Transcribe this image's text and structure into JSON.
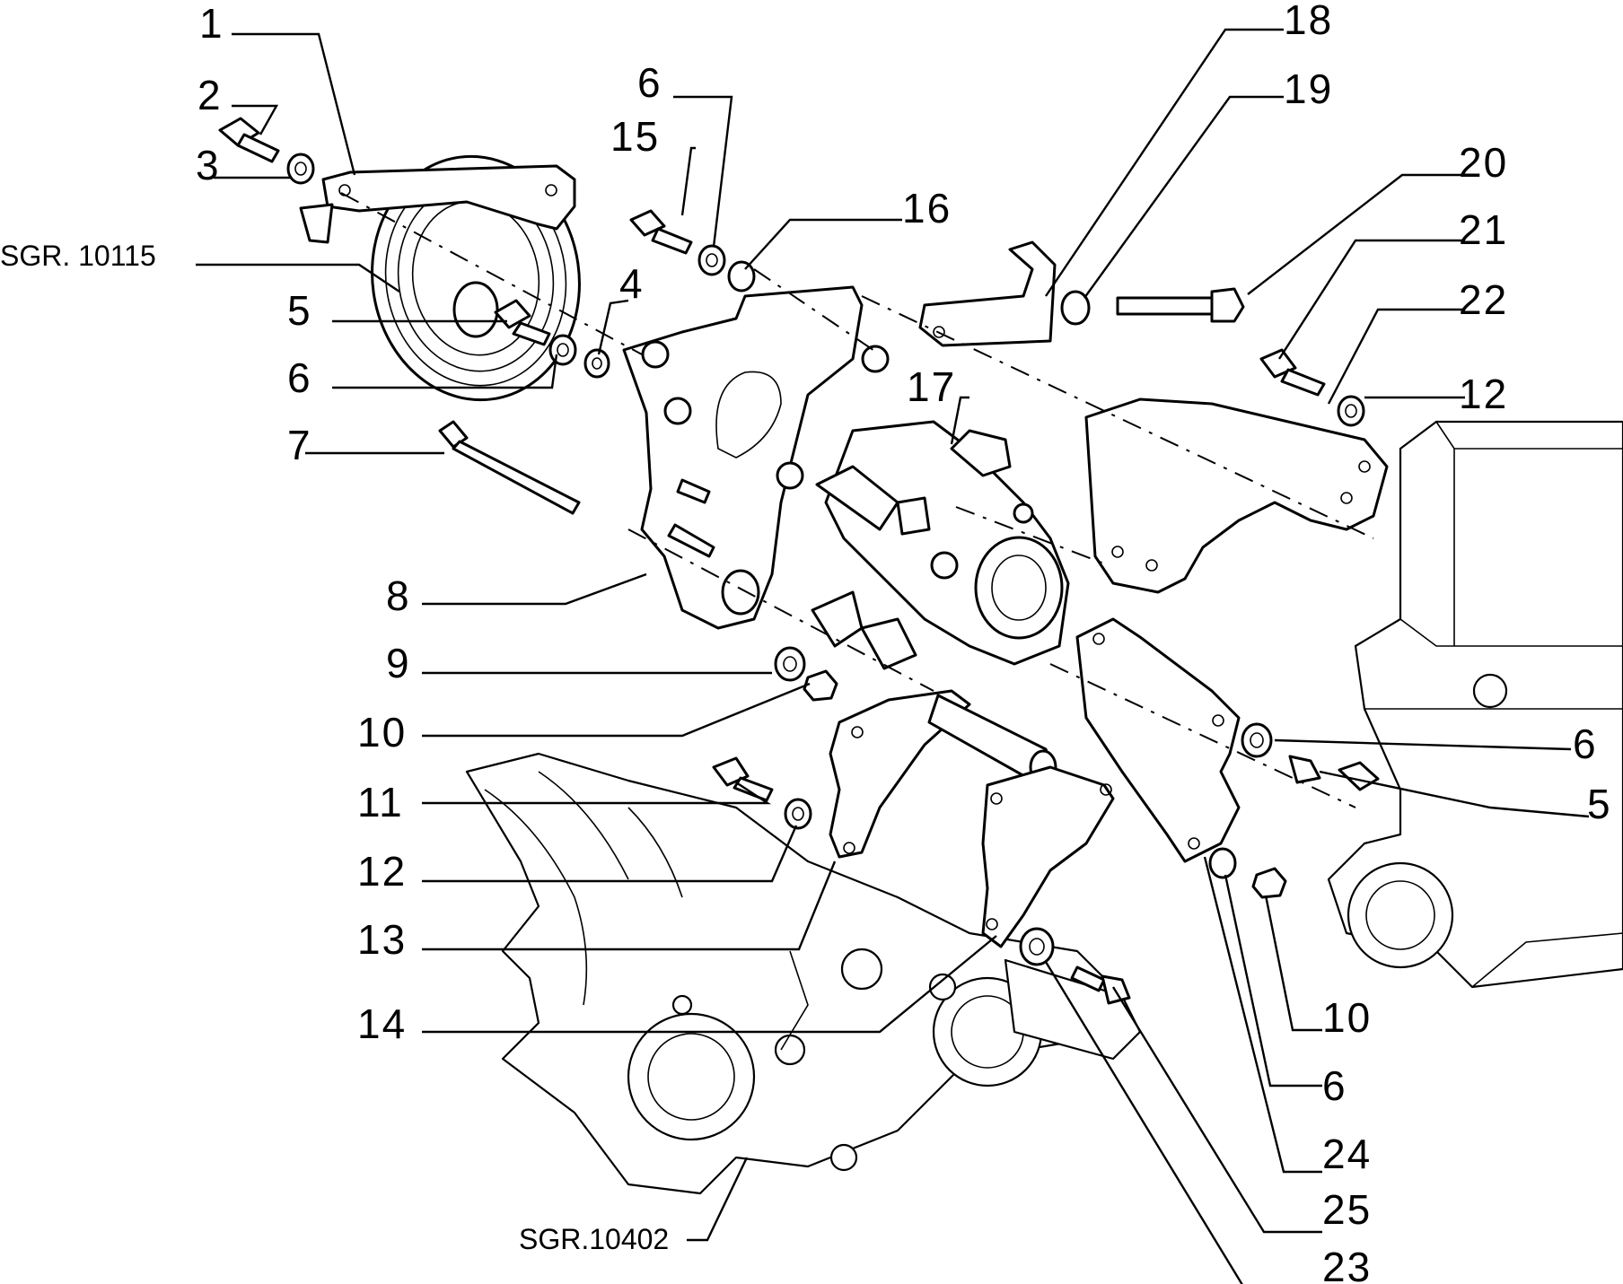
{
  "diagram": {
    "references": {
      "top": "SGR. 10115",
      "bottom": "SGR.10402"
    },
    "labels": {
      "l1": "1",
      "l2": "2",
      "l3": "3",
      "l4": "4",
      "l5a": "5",
      "l6a": "6",
      "l7": "7",
      "l8": "8",
      "l9": "9",
      "l10a": "10",
      "l11": "11",
      "l12a": "12",
      "l13": "13",
      "l14": "14",
      "l15": "15",
      "l6b": "6",
      "l16": "16",
      "l17": "17",
      "l18": "18",
      "l19": "19",
      "l20": "20",
      "l21": "21",
      "l22": "22",
      "l12b": "12",
      "l6c": "6",
      "l5b": "5",
      "l10b": "10",
      "l6d": "6",
      "l24": "24",
      "l25": "25",
      "l23": "23"
    }
  }
}
